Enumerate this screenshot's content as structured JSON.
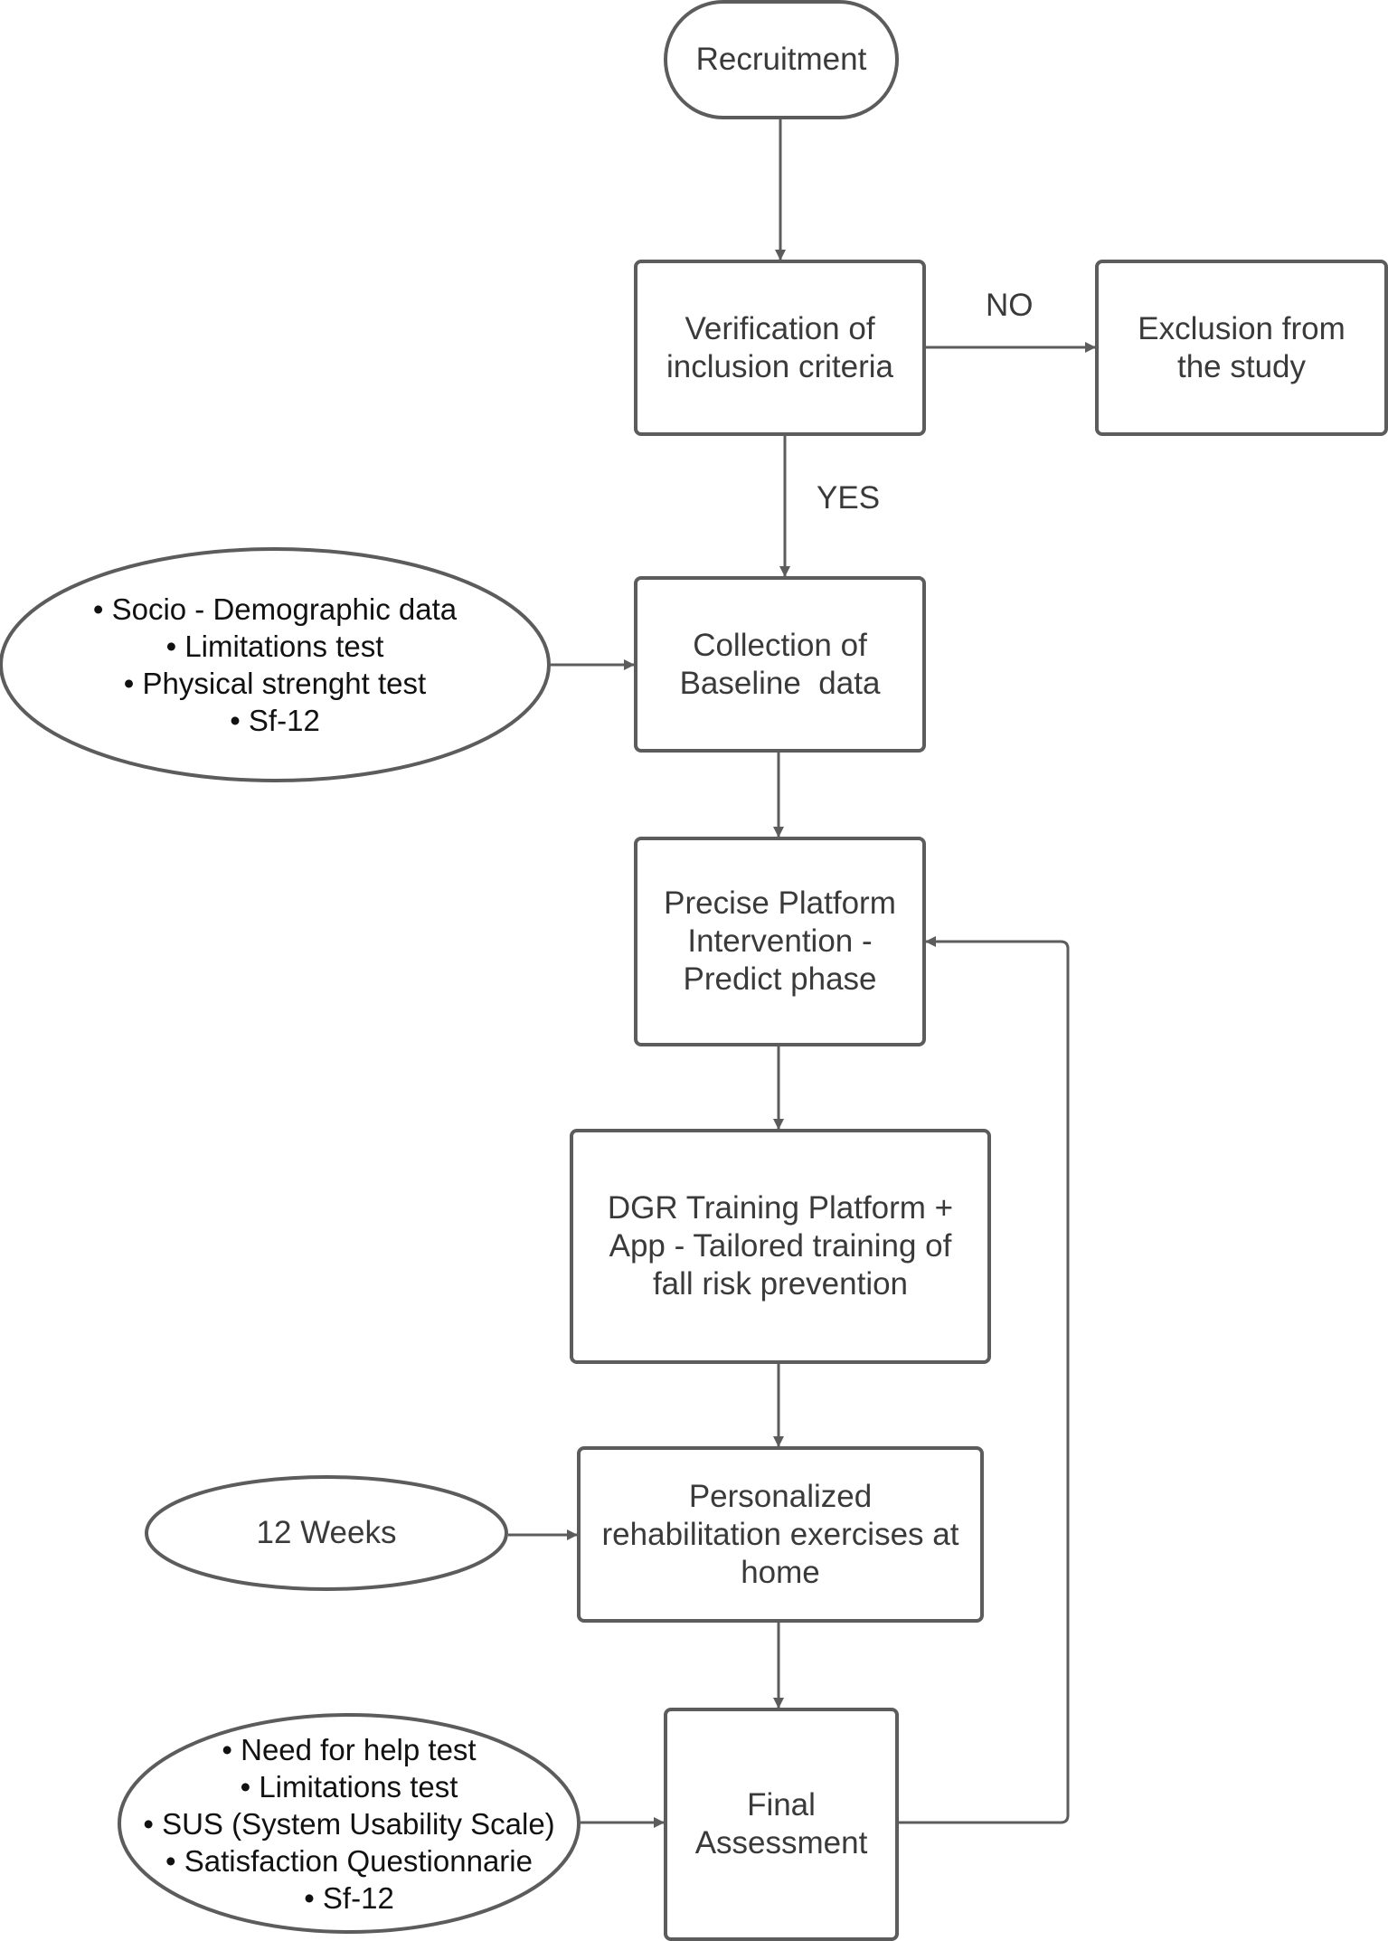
{
  "nodes": {
    "recruitment": "Recruitment",
    "verification": [
      "Verification of",
      "inclusion criteria"
    ],
    "exclusion": [
      "Exclusion from",
      "the study"
    ],
    "baseline": [
      "Collection of",
      "Baseline  data"
    ],
    "baseline_inputs": [
      "Socio - Demographic data",
      "Limitations test",
      "Physical strenght test",
      "Sf-12"
    ],
    "precise": [
      "Precise Platform",
      "Intervention -",
      "Predict phase"
    ],
    "dgr": [
      "DGR Training Platform +",
      "App - Tailored training of",
      "fall risk prevention"
    ],
    "personalized": [
      "Personalized",
      "rehabilitation exercises at",
      "home"
    ],
    "weeks": "12 Weeks",
    "final": [
      "Final",
      "Assessment"
    ],
    "final_inputs": [
      "Need for help test",
      "Limitations test",
      "SUS (System Usability Scale)",
      "Satisfaction Questionnarie",
      "Sf-12"
    ]
  },
  "edge_labels": {
    "no": "NO",
    "yes": "YES"
  },
  "colors": {
    "stroke": "#5c5c5c",
    "text": "#3a3a3a",
    "list_text": "#111111",
    "background": "#ffffff"
  }
}
